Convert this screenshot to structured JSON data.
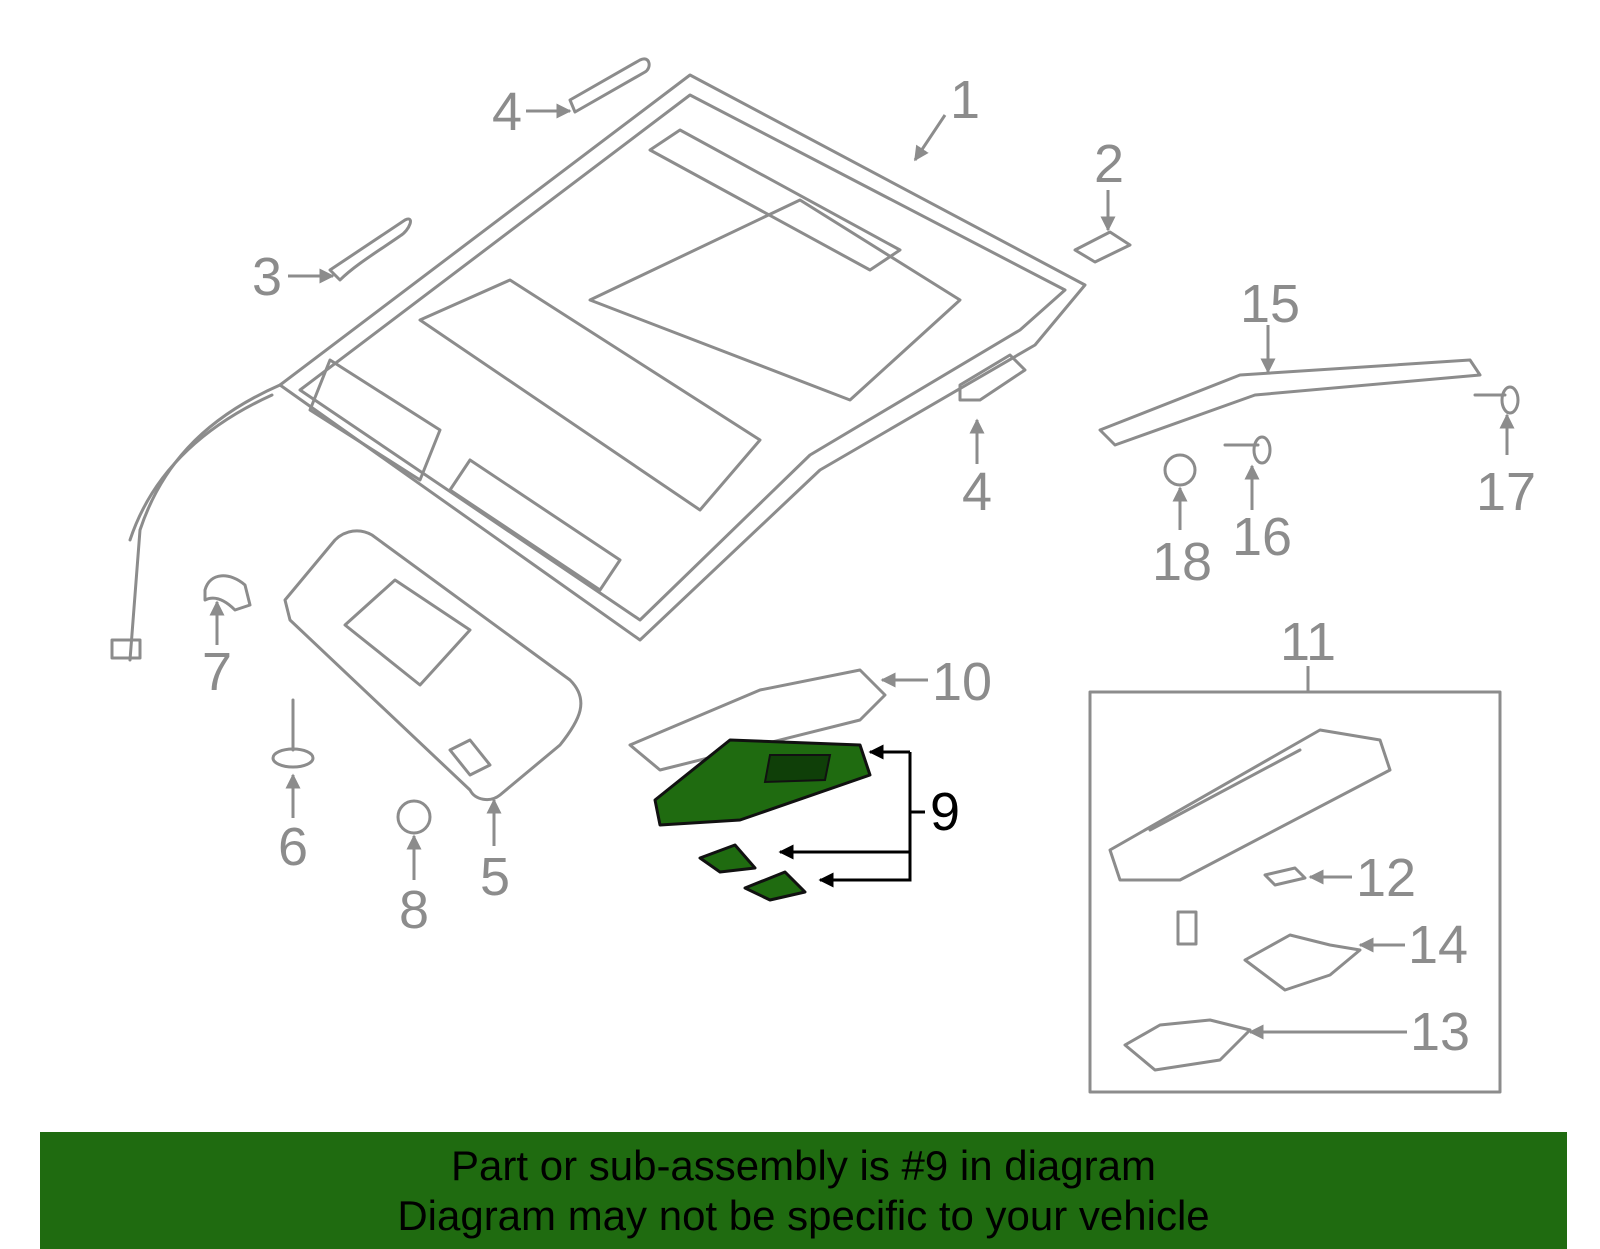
{
  "callouts": {
    "c1": "1",
    "c2": "2",
    "c3": "3",
    "c4a": "4",
    "c4b": "4",
    "c5": "5",
    "c6": "6",
    "c7": "7",
    "c8": "8",
    "c9": "9",
    "c10": "10",
    "c11": "11",
    "c12": "12",
    "c13": "13",
    "c14": "14",
    "c15": "15",
    "c16": "16",
    "c17": "17",
    "c18": "18"
  },
  "highlight": {
    "part": "9",
    "color": "#1f6b10"
  },
  "colors": {
    "line": "#8c8c8c",
    "banner": "#1f6b10"
  },
  "banner": {
    "line1": "Part or sub-assembly is #9 in diagram",
    "line2": "Diagram may not be specific to your vehicle"
  }
}
